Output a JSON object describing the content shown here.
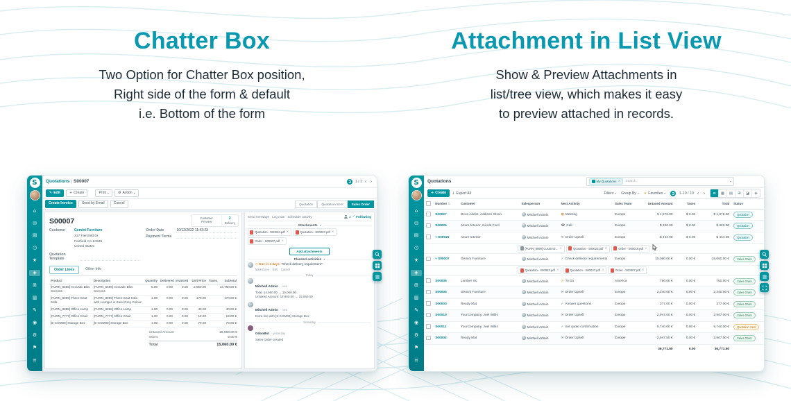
{
  "colors": {
    "accent": "#00959f",
    "heading_teal": "#0899b0",
    "sidebar_teal": "#008a93",
    "pdf_red": "#e2574c",
    "bot_purple": "#875a7b",
    "status_quotation": "#00838d",
    "status_sent": "#b27408",
    "status_sales_order": "#2e7d54"
  },
  "hero": {
    "left": {
      "title": "Chatter Box",
      "lines": [
        "Two Option for Chatter Box position,",
        "Right side of the form & default",
        "i.e. Bottom of the form"
      ]
    },
    "right": {
      "title": "Attachment in List View",
      "lines": [
        "Show & Preview Attachments in",
        "list/tree view, which makes it easy",
        "to preview attached in records."
      ]
    }
  },
  "icons": {
    "check": "✓",
    "pencil": "✎",
    "plus": "+",
    "caret": "▾",
    "gear": "⚙",
    "download": "↓",
    "star": "★",
    "prev": "‹",
    "next": "›",
    "close": "×",
    "sort": "⇅",
    "clock": "◷"
  },
  "app_logo_letter": "S",
  "sidebar_icons": [
    {
      "name": "home-icon",
      "glyph": "⌂"
    },
    {
      "name": "mail-icon",
      "glyph": "✉"
    },
    {
      "name": "chart-icon",
      "glyph": "▤"
    },
    {
      "name": "clock-icon",
      "glyph": "◷"
    },
    {
      "name": "star-icon",
      "glyph": "★"
    },
    {
      "name": "sales-bag-icon",
      "glyph": "◈",
      "active": true
    },
    {
      "name": "grid-icon",
      "glyph": "⊞"
    },
    {
      "name": "document-icon",
      "glyph": "▥"
    },
    {
      "name": "pencil-icon",
      "glyph": "✎"
    },
    {
      "name": "contacts-icon",
      "glyph": "◉"
    },
    {
      "name": "gear-icon",
      "glyph": "⚙"
    },
    {
      "name": "flag-icon",
      "glyph": "⚑"
    },
    {
      "name": "list-icon",
      "glyph": "≡"
    }
  ],
  "preview_widget": {
    "form": [
      "zoom-icon",
      "apps-icon",
      "menu-icon"
    ],
    "list": [
      "zoom-icon",
      "apps-icon",
      "menu-icon",
      "expand-icon"
    ]
  },
  "form_app": {
    "breadcrumb": {
      "parent": "Quotations",
      "separator": "|",
      "current": "S00007"
    },
    "toolbar": {
      "edit": "Edit",
      "create": "Create",
      "print": "Print",
      "action": "Action",
      "pager": "1 / 1"
    },
    "header_buttons": {
      "primary": "Create Invoice",
      "secondary": [
        "Send by Email",
        "Cancel"
      ]
    },
    "statusbar": [
      {
        "label": "Quotation"
      },
      {
        "label": "Quotation Sent"
      },
      {
        "label": "Sales Order",
        "active": true
      }
    ],
    "stat_buttons": [
      {
        "value": "",
        "label": "Customer Preview"
      },
      {
        "value": "2",
        "label": "Delivery"
      }
    ],
    "record_name": "S00007",
    "customer": {
      "label": "Customer",
      "name": "Gemini Furniture",
      "address": [
        "317 Fairchild Dr",
        "Fairfield CA 94535",
        "United States"
      ]
    },
    "info_fields": [
      {
        "label": "Order Date",
        "value": "10/12/2022 11:43:23"
      },
      {
        "label": "Payment Terms",
        "value": ""
      }
    ],
    "template_label": "Quotation Template",
    "tabs": [
      {
        "label": "Order Lines",
        "active": true
      },
      {
        "label": "Other Info"
      }
    ],
    "order_lines": {
      "headers": [
        "Product",
        "Description",
        "Quantity",
        "Delivered",
        "Invoiced",
        "Unit Price",
        "Taxes",
        "Subtotal"
      ],
      "rows": [
        {
          "product": "[FURN_6666] Acoustic Bloc Screens",
          "description": "[FURN_6666] Acoustic Bloc Screens",
          "qty": "5.00",
          "delivered": "0.00",
          "invoiced": "0.00",
          "price": "2,950.00",
          "taxes": "",
          "subtotal": "14,750.00 €"
        },
        {
          "product": "[FURN_8999] Three-Seat Sofa",
          "description": "[FURN_8999] Three-Seat Sofa with Lounger in Steel Grey Colour",
          "qty": "1.00",
          "delivered": "0.00",
          "invoiced": "0.00",
          "price": "170.00",
          "taxes": "",
          "subtotal": "170.00 €"
        },
        {
          "product": "[FURN_8888] Office Lamp",
          "description": "[FURN_8888] Office Lamp",
          "qty": "1.00",
          "delivered": "0.00",
          "invoiced": "0.00",
          "price": "40.00",
          "taxes": "",
          "subtotal": "40.00 €"
        },
        {
          "product": "[FURN_7777] Office Chair",
          "description": "[FURN_7777] Office Chair",
          "qty": "1.00",
          "delivered": "0.00",
          "invoiced": "0.00",
          "price": "19.00",
          "taxes": "",
          "subtotal": "19.00 €"
        },
        {
          "product": "[E-COM08]  Storage Box",
          "description": "[E-COM08] Storage Box",
          "qty": "1.00",
          "delivered": "0.00",
          "invoiced": "0.00",
          "price": "79.00",
          "taxes": "",
          "subtotal": "79.00 €"
        }
      ],
      "totals": [
        {
          "label": "Untaxed Amount",
          "value": "15,060.00 €"
        },
        {
          "label": "Taxes",
          "value": "0.00 €"
        },
        {
          "label": "Total",
          "value": "15,060.00 €",
          "bold": true
        }
      ]
    },
    "chatter": {
      "composer_tabs": [
        "Send message",
        "Log note",
        "Schedule activity"
      ],
      "follower_count": "2",
      "following_label": "Following",
      "attachments_label": "Attachments",
      "attachments": [
        "Quotation - S00023.pdf",
        "Quotation - S00037.pdf",
        "Order - S00007.pdf"
      ],
      "add_attachments_label": "Add attachments",
      "planned_label": "Planned activities",
      "activity": {
        "due": "Due in 4 days:",
        "title": "“Check delivery requirement”",
        "actions": [
          "Mark Done",
          "Edit",
          "Cancel"
        ]
      },
      "today_label": "Today",
      "yesterday_label": "Yesterday",
      "today_messages": [
        {
          "author": "Mitchell Admin",
          "meta": "- now",
          "avatar": "admin",
          "lines": [
            "Total: 14,950.00 → 15,060.00",
            "Untaxed Amount: 14,950.00 → 15,060.00"
          ]
        },
        {
          "author": "Mitchell Admin",
          "meta": "- now",
          "avatar": "admin",
          "lines": [
            "Extra line with [E-COM08] Storage Box"
          ]
        }
      ],
      "yesterday_messages": [
        {
          "author": "OdooBot",
          "meta": "- yesterday",
          "avatar": "bot",
          "lines": [
            "Sales Order created"
          ]
        }
      ]
    }
  },
  "list_app": {
    "breadcrumb": "Quotations",
    "search": {
      "facet": "My Quotations",
      "placeholder": "Search..."
    },
    "controls": {
      "create": "Create",
      "export": "Export All",
      "filters": "Filters",
      "group_by": "Group By",
      "favorites": "Favorites",
      "pager": "1-10 / 10"
    },
    "views": [
      {
        "name": "list-view-icon",
        "glyph": "≡",
        "active": true
      },
      {
        "name": "kanban-view-icon",
        "glyph": "▦"
      },
      {
        "name": "calendar-view-icon",
        "glyph": "▤"
      },
      {
        "name": "pivot-view-icon",
        "glyph": "⊞"
      },
      {
        "name": "graph-view-icon",
        "glyph": "◪"
      },
      {
        "name": "map-view-icon",
        "glyph": "◈"
      }
    ],
    "headers": [
      "Number",
      "Customer",
      "Salesperson",
      "Next Activity",
      "Sales Team",
      "Untaxed Amount",
      "Taxes",
      "Total",
      "Status"
    ],
    "rows": [
      {
        "number": "S00027",
        "customer": "Deco Addict, Addison Olson",
        "salesperson": "Mitchell Admin",
        "activity": "Meeting",
        "aicon": "calendar",
        "team": "Europe",
        "untaxed": "$ 1,876.00",
        "taxes": "$ 0.00",
        "total": "$ 1,876.00",
        "status": "Quotation"
      },
      {
        "number": "S00026",
        "customer": "Azure Interior, Nicole Ford",
        "salesperson": "Mitchell Admin",
        "activity": "Call",
        "aicon": "phone",
        "team": "Europe",
        "untaxed": "$ 320.00",
        "taxes": "$ 0.00",
        "total": "$ 320.00",
        "status": "Quotation"
      },
      {
        "number": "S00025",
        "customer": "Azure Interior",
        "salesperson": "Mitchell Admin",
        "activity": "Order Upsell",
        "aicon": "email",
        "team": "Europe",
        "untaxed": "$ 444.00",
        "taxes": "$ 0.00",
        "total": "$ 444.00",
        "status": "Quotation",
        "attachments": [
          "[FURN_8999] Customiz...",
          "Quotation - S00023.pdf",
          "Order - S00019.pdf"
        ],
        "cursor": true
      },
      {
        "number": "S00007",
        "customer": "Gemini Furniture",
        "salesperson": "Mitchell Admin",
        "activity": "Check delivery requirements",
        "aicon": "check",
        "team": "Europe",
        "untaxed": "15,060.00 €",
        "taxes": "0.00 €",
        "total": "15,060.00 €",
        "status": "Sales Order",
        "attachments": [
          "Quotation - S00023.pdf",
          "Quotation - S00037.pdf",
          "Order - S00007.pdf"
        ]
      },
      {
        "number": "S00006",
        "customer": "Lumber Inc",
        "salesperson": "Mitchell Admin",
        "activity": "To Do",
        "aicon": "clock",
        "team": "America",
        "untaxed": "750.00 €",
        "taxes": "0.00 €",
        "total": "750.00 €",
        "status": "Sales Order"
      },
      {
        "number": "S00005",
        "customer": "Gemini Furniture",
        "salesperson": "Mitchell Admin",
        "activity": "Order Upsell",
        "aicon": "email",
        "team": "Europe",
        "untaxed": "2,240.00 €",
        "taxes": "0.00 €",
        "total": "2,240.00 €",
        "status": "Sales Order"
      },
      {
        "number": "S00003",
        "customer": "Ready Mat",
        "salesperson": "Mitchell Admin",
        "activity": "Answer questions",
        "aicon": "check",
        "team": "Europe",
        "untaxed": "377.00 €",
        "taxes": "0.00 €",
        "total": "377.00 €",
        "status": "Sales Order"
      },
      {
        "number": "S00010",
        "customer": "YourCompany, Joel Willis",
        "salesperson": "Mitchell Admin",
        "activity": "Order Upsell",
        "aicon": "email",
        "team": "Europe",
        "untaxed": "2,947.00 €",
        "taxes": "0.00 €",
        "total": "2,947.00 €",
        "status": "Sales Order"
      },
      {
        "number": "S00011",
        "customer": "YourCompany, Joel Willis",
        "salesperson": "Mitchell Admin",
        "activity": "Set quote confirmation",
        "aicon": "check",
        "team": "Europe",
        "untaxed": "9,740.00 €",
        "taxes": "0.00 €",
        "total": "9,740.00 €",
        "status": "Quotation Sent"
      },
      {
        "number": "S00002",
        "customer": "Ready Mat",
        "salesperson": "Mitchell Admin",
        "activity": "Order Upsell",
        "aicon": "email",
        "team": "Europe",
        "untaxed": "2,947.50 €",
        "taxes": "0.00 €",
        "total": "2,947.50 €",
        "status": "Sales Order"
      }
    ],
    "footer": {
      "untaxed": "36,771.50",
      "taxes": "0.00",
      "total": "36,771.50"
    }
  }
}
